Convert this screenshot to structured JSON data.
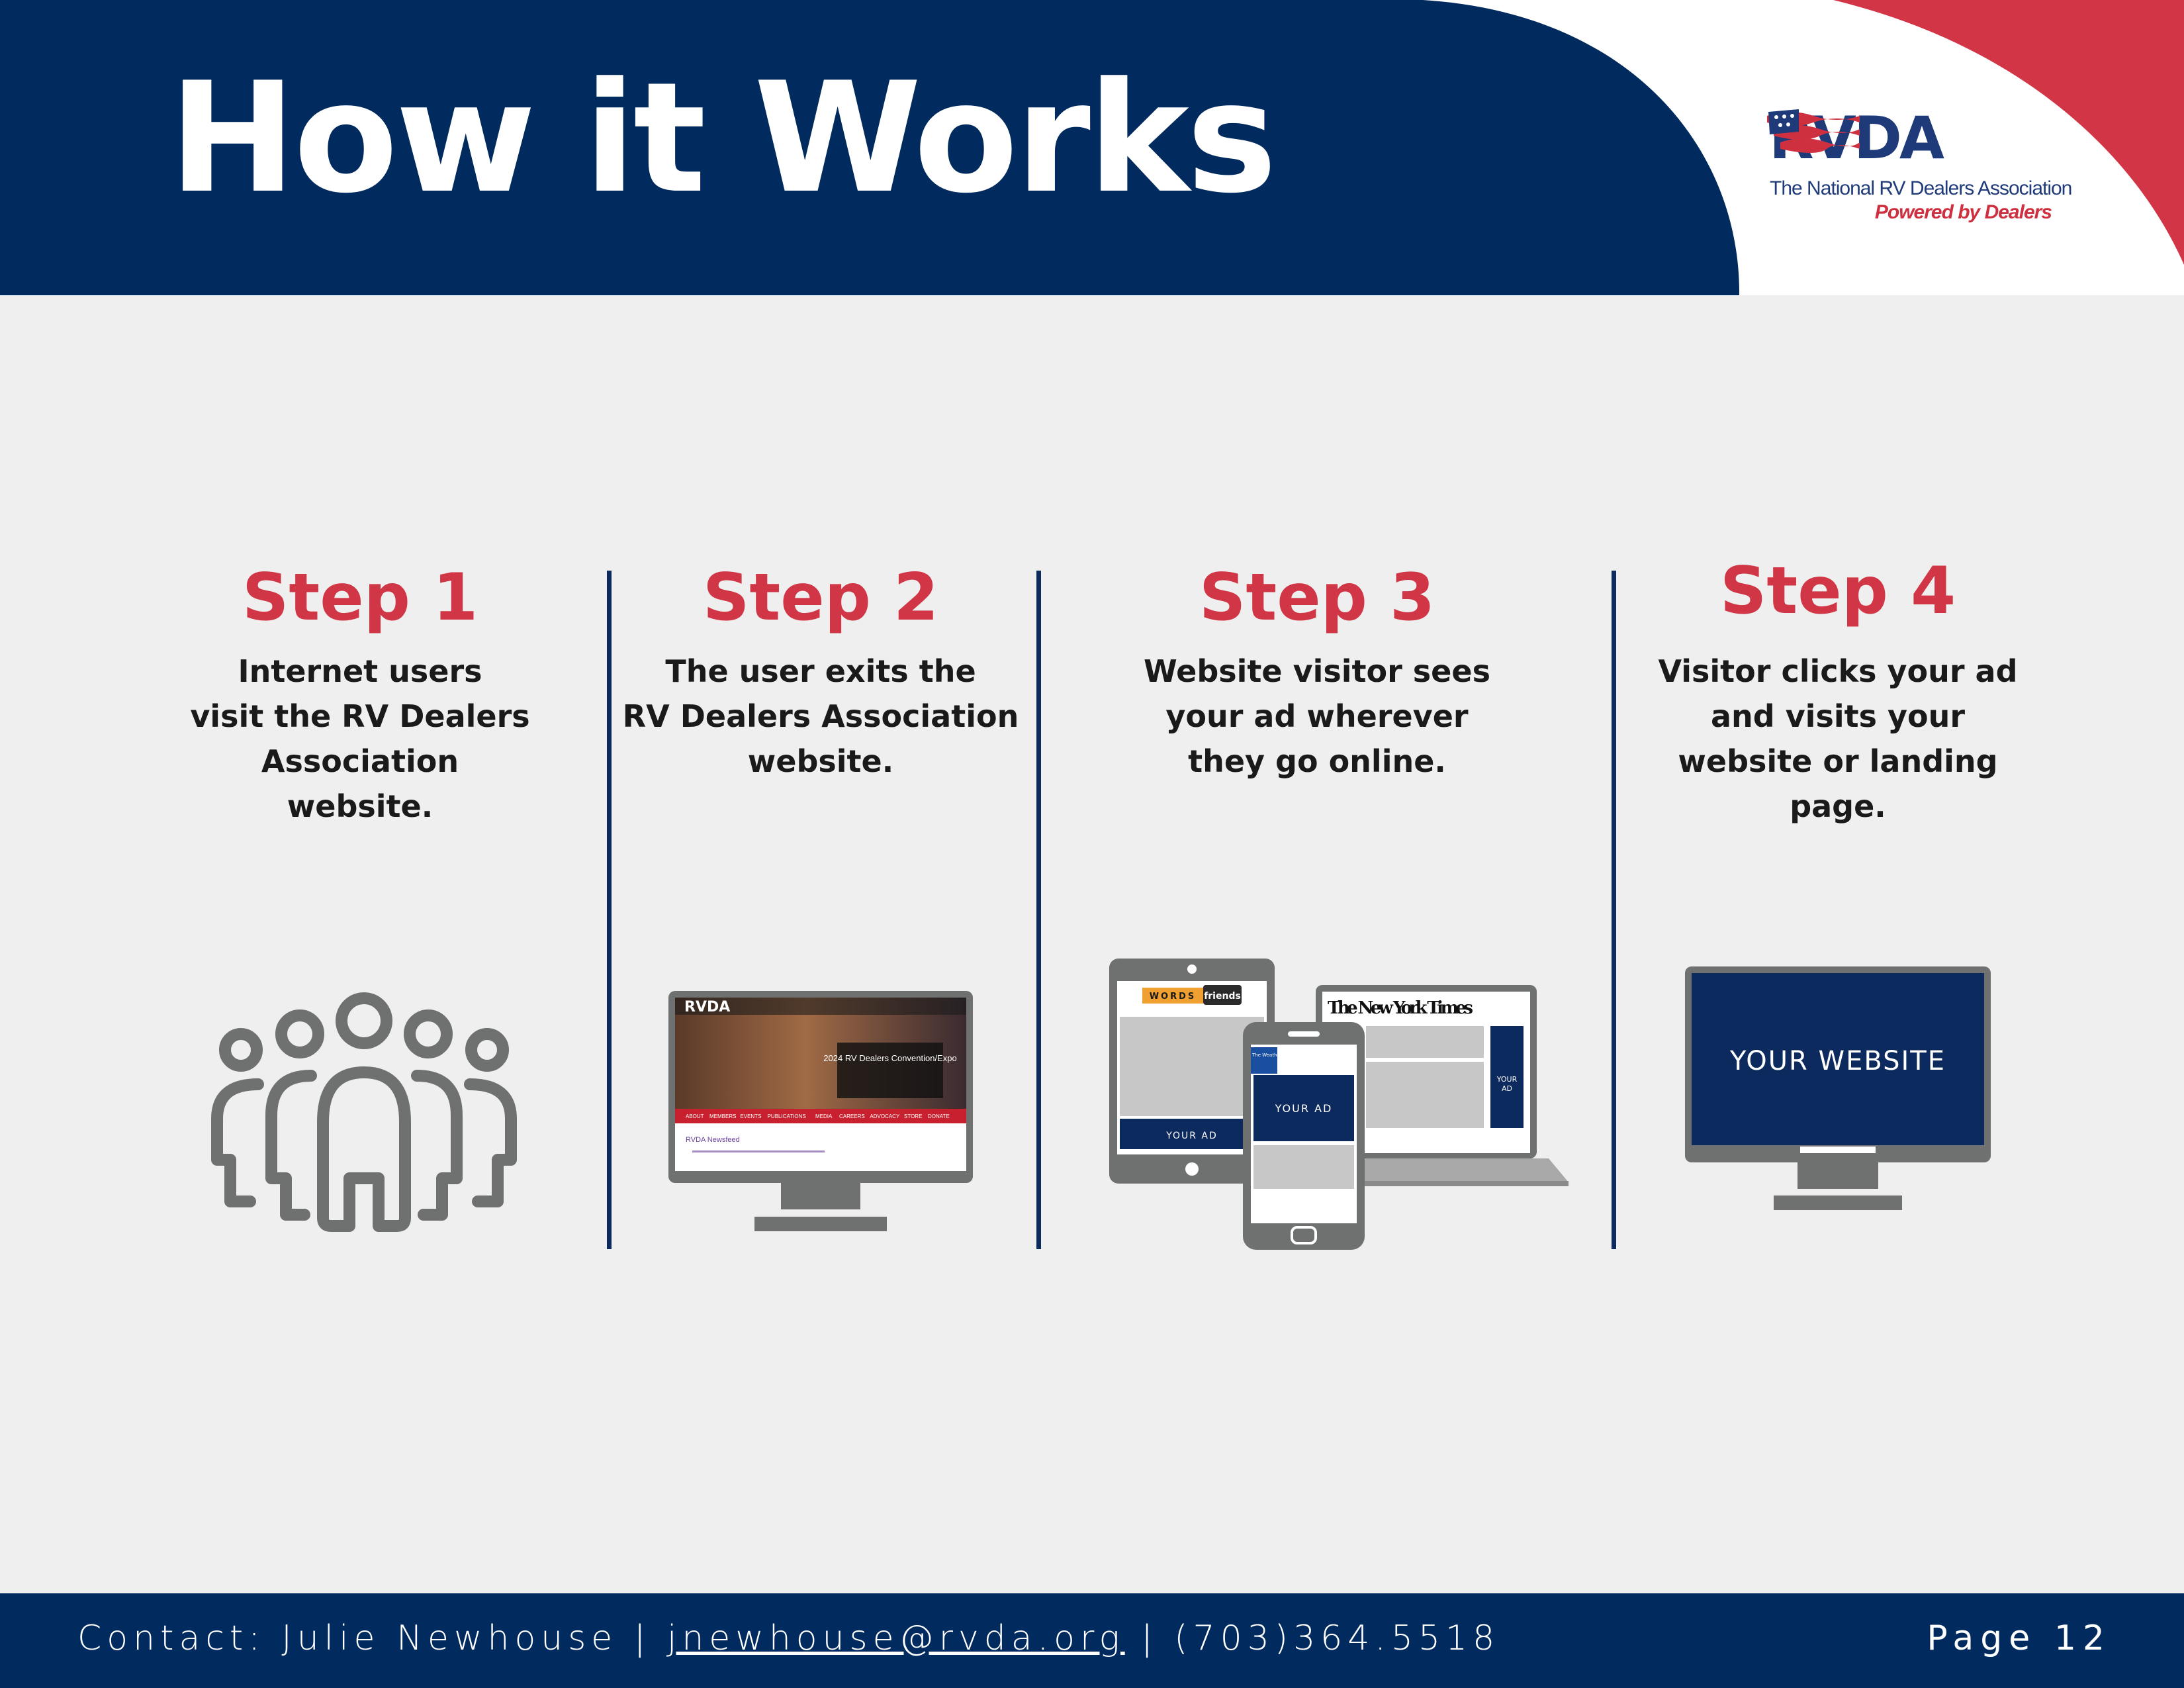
{
  "header": {
    "title": "How it Works",
    "logo": {
      "wordmark": "RVDA",
      "subtitle": "The National RV Dealers Association",
      "tagline": "Powered by Dealers"
    }
  },
  "colors": {
    "navy": "#012a5e",
    "red": "#d03645",
    "gray_icon": "#6f7070",
    "background": "#efefef"
  },
  "steps": [
    {
      "title": "Step 1",
      "lines": [
        "Internet users",
        "visit the RV Dealers",
        "Association",
        "website."
      ]
    },
    {
      "title": "Step 2",
      "lines": [
        "The user exits the",
        "RV Dealers Association",
        "website."
      ]
    },
    {
      "title": "Step 3",
      "lines": [
        "Website visitor sees",
        "your ad wherever",
        "they go online."
      ]
    },
    {
      "title": "Step 4",
      "lines": [
        "Visitor clicks your ad",
        "and visits your",
        "website or landing",
        "page."
      ]
    }
  ],
  "illustrations": {
    "step2_site": {
      "banner_title": "2024 RV Dealers Convention/Expo",
      "nav_items": [
        "ABOUT",
        "MEMBERS",
        "EVENTS",
        "PUBLICATIONS",
        "MEDIA",
        "CAREERS",
        "ADVOCACY",
        "STORE",
        "DONATE"
      ],
      "section_heading": "RVDA Newsfeed",
      "logo_text": "RVDA"
    },
    "step3": {
      "tablet_brand_words": "WORDS",
      "tablet_brand_friends": "friends",
      "tablet_ad_label": "YOUR AD",
      "phone_brand": "The Weather Channel",
      "phone_ad_label": "YOUR AD",
      "laptop_brand": "The New York Times",
      "laptop_ad_label_1": "YOUR",
      "laptop_ad_label_2": "AD"
    },
    "step4_screen": "YOUR WEBSITE"
  },
  "footer": {
    "contact_prefix": "Contact: Julie Newhouse | ",
    "email": "jnewhouse@rvda.org",
    "contact_suffix": " | (703)364.5518",
    "page_label": "Page 12"
  }
}
